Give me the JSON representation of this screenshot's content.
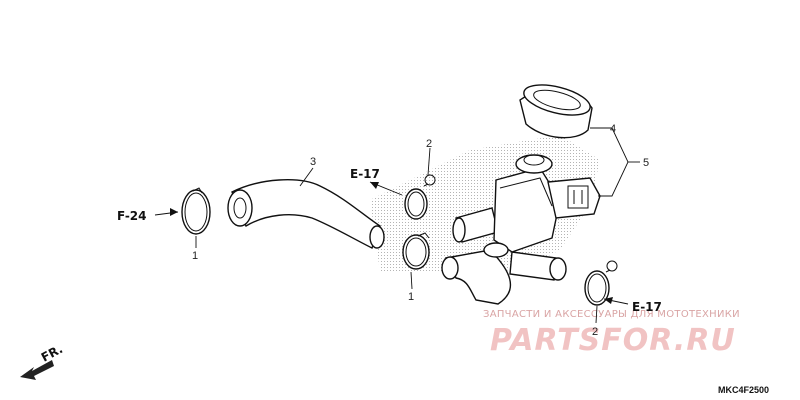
{
  "labels": {
    "part1_left": "1",
    "part1_right": "1",
    "part2_top": "2",
    "part2_bottom": "2",
    "part3": "3",
    "part4": "4",
    "part5": "5"
  },
  "refs": {
    "f24": "F-24",
    "e17_top": "E-17",
    "e17_right": "E-17",
    "front": "FR."
  },
  "diagram_code": "MKC4F2500",
  "watermark": {
    "tagline": "ЗАПЧАСТИ И АКСЕССУАРЫ ДЛЯ МОТОТЕХНИКИ",
    "brand": "PARTSFOR.RU"
  }
}
